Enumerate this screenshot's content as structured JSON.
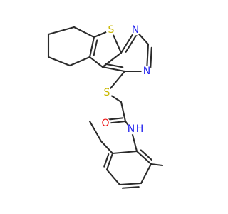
{
  "molecule": {
    "atoms": [
      {
        "id": "s_thiophene",
        "symbol": "S",
        "color": "#c9b800"
      },
      {
        "id": "n_pyrimidine_top",
        "symbol": "N",
        "color": "#2222ee"
      },
      {
        "id": "n_pyrimidine_bottom",
        "symbol": "N",
        "color": "#2222ee"
      },
      {
        "id": "s_thioether",
        "symbol": "S",
        "color": "#c9b800"
      },
      {
        "id": "o_carbonyl",
        "symbol": "O",
        "color": "#ee1111"
      },
      {
        "id": "n_amide",
        "symbol": "N",
        "color": "#2222ee"
      },
      {
        "id": "h_amide",
        "symbol": "H",
        "color": "#2222ee"
      }
    ],
    "bond_color": "#2b2b2b"
  }
}
